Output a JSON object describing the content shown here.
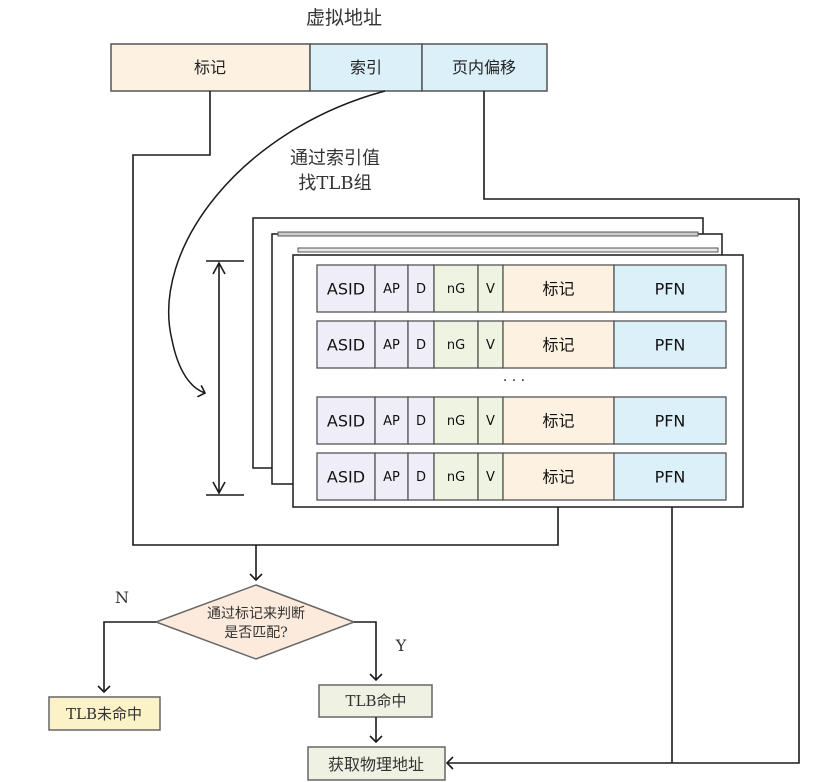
{
  "virtual_address": {
    "title": "虚拟地址",
    "fields": [
      {
        "label": "标记",
        "color": "#fdf1e1"
      },
      {
        "label": "索引",
        "color": "#dcf0fa"
      },
      {
        "label": "页内偏移",
        "color": "#dcf0fa"
      }
    ]
  },
  "index_annotation": {
    "line1": "通过索引值",
    "line2": "找TLB组"
  },
  "tlb_entry": {
    "fields": [
      {
        "label": "ASID",
        "color": "#efedf8"
      },
      {
        "label": "AP",
        "color": "#efedf8"
      },
      {
        "label": "D",
        "color": "#efedf8"
      },
      {
        "label": "nG",
        "color": "#eff4e2"
      },
      {
        "label": "V",
        "color": "#eff4e2"
      },
      {
        "label": "标记",
        "color": "#fdf1e1"
      },
      {
        "label": "PFN",
        "color": "#dcf0fa"
      }
    ],
    "ellipsis": "· · ·"
  },
  "flowchart": {
    "decision": {
      "line1": "通过标记来判断",
      "line2": "是否匹配?",
      "color": "#fcebdc"
    },
    "no_label": "N",
    "yes_label": "Y",
    "miss": {
      "label": "TLB未命中",
      "color": "#fbf2c8"
    },
    "hit": {
      "label": "TLB命中",
      "color": "#eff2e2"
    },
    "get_pa": {
      "label": "获取物理地址",
      "color": "#eff2e2"
    }
  },
  "colors": {
    "line": "#1a1a1a",
    "box_border": "#555555"
  }
}
